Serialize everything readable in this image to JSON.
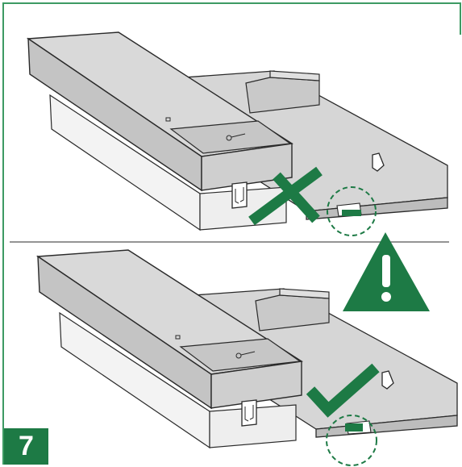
{
  "step": {
    "number": "7"
  },
  "colors": {
    "frame": "#3d9a63",
    "accent_green": "#1d7a45",
    "device_top": "#d6d6d6",
    "device_side": "#bdbdbd",
    "device_edge": "#2a2a2a"
  },
  "panels": [
    {
      "id": "incorrect",
      "status": "wrong",
      "marker_icon": "cross-icon",
      "callout": "latch-not-engaged"
    },
    {
      "id": "correct",
      "status": "right",
      "marker_icon": "checkmark-icon",
      "callout": "latch-engaged"
    }
  ],
  "warning": {
    "icon": "warning-triangle-icon",
    "glyph": "!"
  }
}
